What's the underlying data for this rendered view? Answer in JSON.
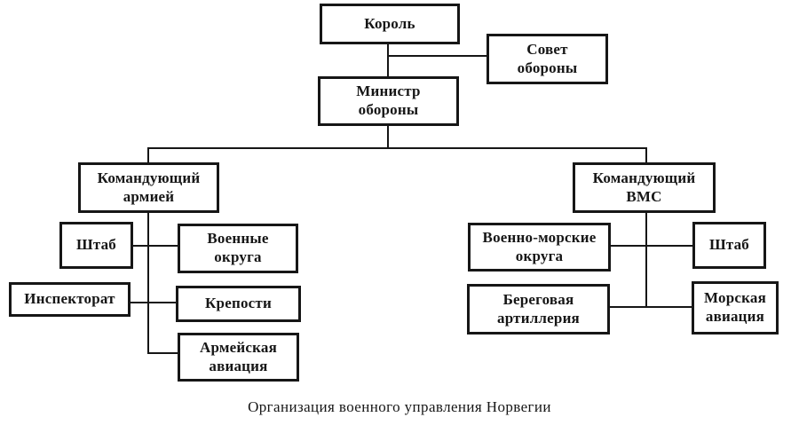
{
  "diagram": {
    "caption": "Организация военного управления Норвегии",
    "nodes": {
      "korol": {
        "label": "Король"
      },
      "sovet_oborony": {
        "label": "Совет\nобороны"
      },
      "ministr_oborony": {
        "label": "Министр\nобороны"
      },
      "komanduyushchiy_armiey": {
        "label": "Командующий\nармией"
      },
      "komanduyushchiy_vms": {
        "label": "Командующий\nВМС"
      },
      "shtab_armii": {
        "label": "Штаб"
      },
      "voennye_okruga": {
        "label": "Военные\nокруга"
      },
      "inspektorat": {
        "label": "Инспекторат"
      },
      "kreposti": {
        "label": "Крепости"
      },
      "armeyskaya_aviatsiya": {
        "label": "Армейская\nавиация"
      },
      "voenno_morskie_okruga": {
        "label": "Военно-морские\nокруга"
      },
      "shtab_vms": {
        "label": "Штаб"
      },
      "beregovaya_artilleriya": {
        "label": "Береговая\nартиллерия"
      },
      "morskaya_aviatsiya": {
        "label": "Морская\nавиация"
      }
    }
  }
}
